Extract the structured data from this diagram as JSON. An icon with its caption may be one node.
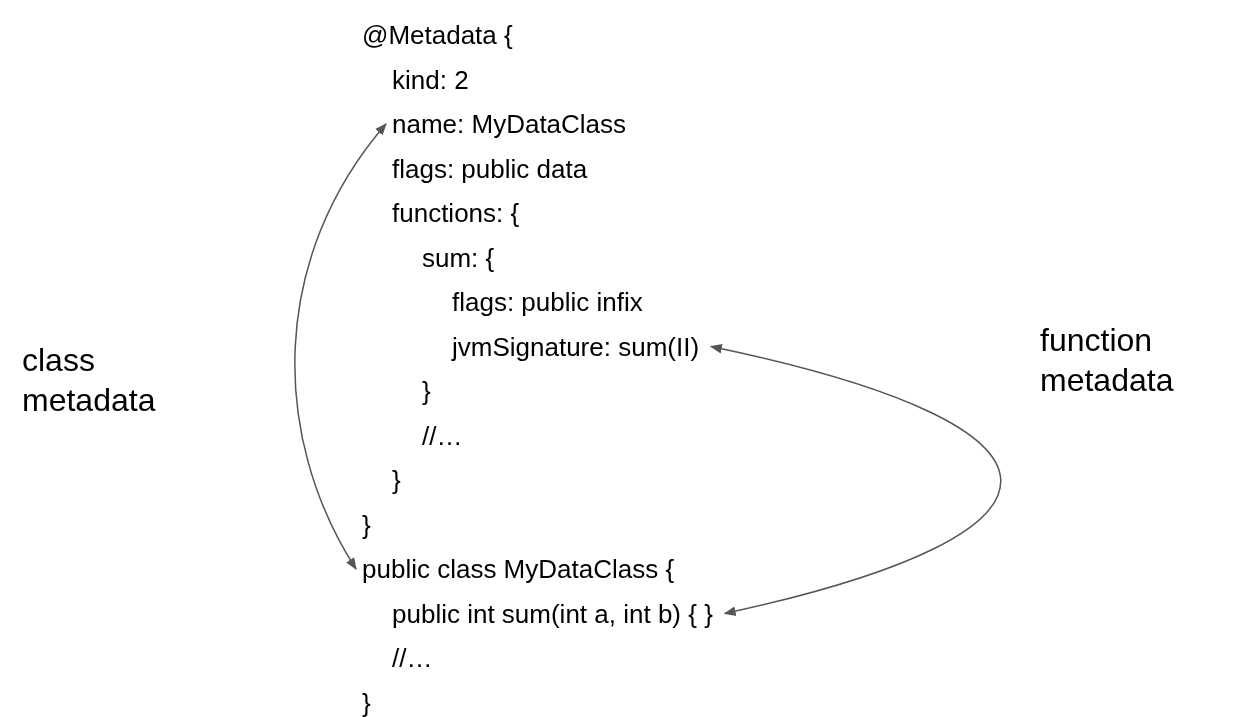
{
  "diagram": {
    "nodes": [
      {
        "text": [
          "name: MyDataClass"
        ]
      },
      {
        "text": [
          "jvmSignature: sum(II)"
        ]
      },
      {
        "text": [
          "public class MyDataClass {"
        ]
      },
      {
        "text": [
          "public int sum(int a, int b) { }"
        ]
      }
    ],
    "edges": [
      {
        "from": 0,
        "to": 2,
        "arrow": "both"
      },
      {
        "from": 1,
        "to": 3,
        "arrow": "both"
      }
    ],
    "labels": [
      "@Metadata {",
      "kind: 2",
      "flags: public data",
      "functions: {",
      "sum: {",
      "flags: public infix",
      "}",
      "//…",
      "}",
      "}",
      "//…",
      "}",
      "class metadata",
      "function metadata"
    ]
  }
}
